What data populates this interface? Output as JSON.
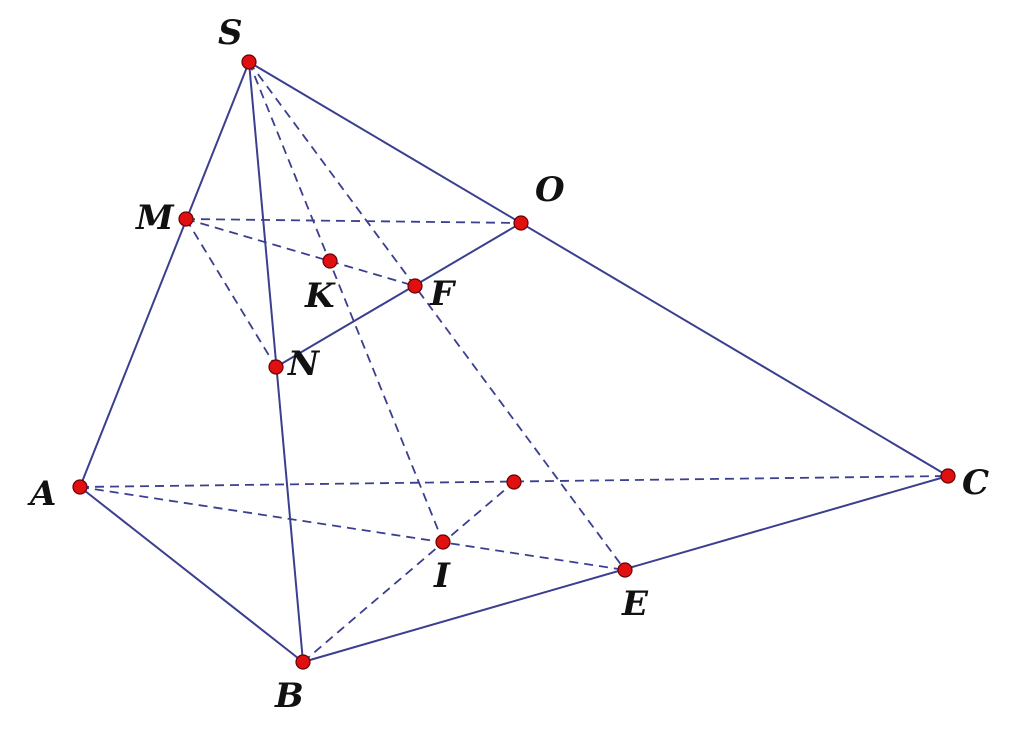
{
  "labels": {
    "S": "S",
    "O": "O",
    "M": "M",
    "K": "K",
    "F": "F",
    "N": "N",
    "A": "A",
    "C": "C",
    "I": "I",
    "E": "E",
    "B": "B"
  },
  "colors": {
    "edge": "#3b3f8f",
    "point": "#e01010",
    "label": "#111111"
  }
}
